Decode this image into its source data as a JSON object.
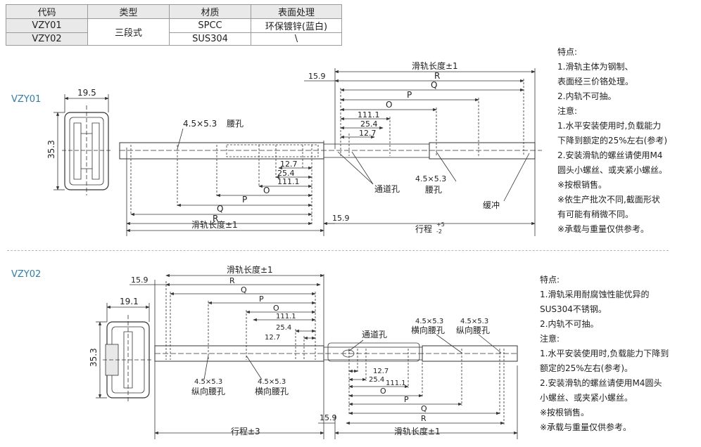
{
  "table": {
    "headers": [
      "代码",
      "类型",
      "材质",
      "表面处理"
    ],
    "rows": [
      {
        "code": "VZY01",
        "type": "三段式",
        "material": "SPCC",
        "finish": "环保镀锌(蓝白)"
      },
      {
        "code": "VZY02",
        "type": "",
        "material": "SUS304",
        "finish": "\\"
      }
    ]
  },
  "model1": {
    "name": "VZY01",
    "notes": [
      "特点:",
      "1.滑轨主体为钢制、",
      "表面经三价铬处理。",
      "2.内轨不可抽。",
      "注意:",
      "1.水平安装使用时,负载能力",
      "下降到额定的25%左右(参考)",
      "2.安装滑轨的螺丝请使用M4",
      "圆头小螺丝、或夹紧小螺丝。",
      "※按根销售。",
      "※依生产批次不同,截面形状",
      "有可能有稍微不同。",
      "※承载与重量仅供参考。"
    ],
    "dims": {
      "width": "19.5",
      "height": "35.3",
      "slot": "4.5×5.3",
      "slot_label": "腰孔",
      "d127": "12.7",
      "d254": "25.4",
      "d1111": "111.1",
      "O": "O",
      "P": "P",
      "Q": "Q",
      "R": "R",
      "d159": "15.9",
      "rail_length": "滑轨长度±1",
      "travel": "行程",
      "tol_up": "+5",
      "tol_down": "-2",
      "through_hole": "通道孔",
      "buffer": "缓冲",
      "slot2": "4.5×5.3",
      "slot2_label": "腰孔"
    }
  },
  "model2": {
    "name": "VZY02",
    "notes": [
      "特点:",
      "1.滑轨采用耐腐蚀性能优异的",
      "SUS304不锈钢。",
      "2.内轨不可抽。",
      "注意:",
      "1.水平安装使用时,负载能力下降到",
      "额定的25%左右(参考)。",
      "2.安装滑轨的螺丝请使用M4圆头",
      "小螺丝、或夹紧小螺丝。",
      "※按根销售。",
      "※承载与重量仅供参考。"
    ],
    "dims": {
      "width": "19.1",
      "height": "35.3",
      "rail_length": "滑轨长度±1",
      "d159": "15.9",
      "R": "R",
      "Q": "Q",
      "P": "P",
      "O": "O",
      "d1111": "111.1",
      "d254": "25.4",
      "d127": "12.7",
      "slot": "4.5×5.3",
      "slot_v": "纵向腰孔",
      "slot_h": "横向腰孔",
      "through_hole": "通道孔",
      "travel": "行程±3"
    }
  }
}
